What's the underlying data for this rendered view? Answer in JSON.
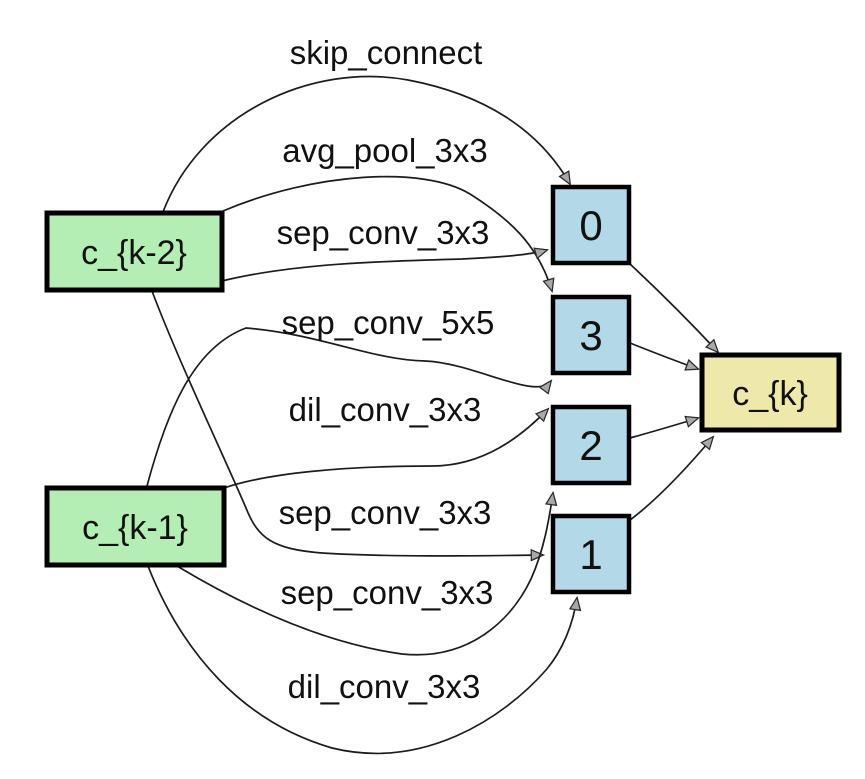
{
  "diagram": {
    "kind": "neural-architecture-cell-graph",
    "background_color": "#ffffff",
    "edge_color": "#1c1c1c",
    "arrowhead_color": "#a8a8a8",
    "nodes": [
      {
        "id": "c_k-2",
        "label": "c_{k-2}",
        "role": "input",
        "color": "#b4eeb4"
      },
      {
        "id": "c_k-1",
        "label": "c_{k-1}",
        "role": "input",
        "color": "#b4eeb4"
      },
      {
        "id": "0",
        "label": "0",
        "role": "intermediate",
        "color": "#b3d8e8"
      },
      {
        "id": "3",
        "label": "3",
        "role": "intermediate",
        "color": "#b3d8e8"
      },
      {
        "id": "2",
        "label": "2",
        "role": "intermediate",
        "color": "#b3d8e8"
      },
      {
        "id": "1",
        "label": "1",
        "role": "intermediate",
        "color": "#b3d8e8"
      },
      {
        "id": "c_k",
        "label": "c_{k}",
        "role": "output",
        "color": "#eee8aa"
      }
    ],
    "edges": [
      {
        "from": "c_{k-2}",
        "to": "0",
        "op": "skip_connect"
      },
      {
        "from": "c_{k-2}",
        "to": "3",
        "op": "avg_pool_3x3"
      },
      {
        "from": "c_{k-2}",
        "to": "0",
        "op": "sep_conv_3x3"
      },
      {
        "from": "c_{k-1}",
        "to": "3",
        "op": "sep_conv_5x5"
      },
      {
        "from": "c_{k-1}",
        "to": "2",
        "op": "dil_conv_3x3"
      },
      {
        "from": "c_{k-2}",
        "to": "1",
        "op": "sep_conv_3x3"
      },
      {
        "from": "c_{k-1}",
        "to": "2",
        "op": "sep_conv_3x3"
      },
      {
        "from": "c_{k-1}",
        "to": "1",
        "op": "dil_conv_3x3"
      },
      {
        "from": "0",
        "to": "c_{k}",
        "op": ""
      },
      {
        "from": "3",
        "to": "c_{k}",
        "op": ""
      },
      {
        "from": "2",
        "to": "c_{k}",
        "op": ""
      },
      {
        "from": "1",
        "to": "c_{k}",
        "op": ""
      }
    ]
  }
}
